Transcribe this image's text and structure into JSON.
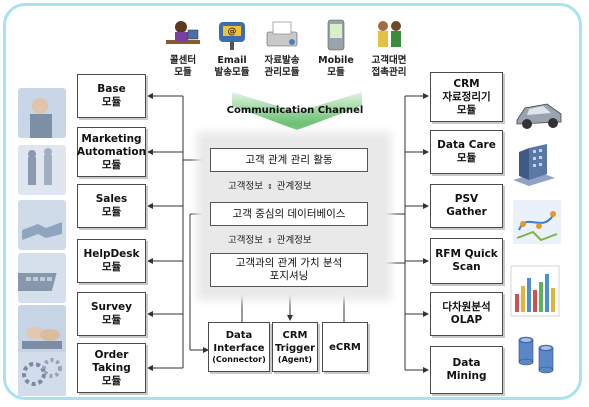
{
  "top_modules": [
    {
      "label": "콜센터\n모듈",
      "icon": "call-center-agent-icon"
    },
    {
      "label": "Email\n발송모듈",
      "icon": "mailbox-icon"
    },
    {
      "label": "자료발송\n관리모듈",
      "icon": "fax-machine-icon"
    },
    {
      "label": "Mobile\n모듈",
      "icon": "mobile-device-icon"
    },
    {
      "label": "고객대면\n접촉관리",
      "icon": "face-to-face-contact-icon"
    }
  ],
  "channel_label": "Communication Channel",
  "left_modules": [
    {
      "label": "Base\n모듈"
    },
    {
      "label": "Marketing\nAutomation\n모듈"
    },
    {
      "label": "Sales\n모듈"
    },
    {
      "label": "HelpDesk\n모듈"
    },
    {
      "label": "Survey\n모듈"
    },
    {
      "label": "Order\nTaking\n모듈"
    }
  ],
  "center": {
    "box1": "고객 관계 관리 활동",
    "flow1_left": "고객정보",
    "flow1_right": "관계정보",
    "box2": "고객 중심의 데이터베이스",
    "flow2_left": "고객정보",
    "flow2_right": "관계정보",
    "box3": "고객과의 관계 가치 분석\n포지셔닝"
  },
  "bottom_modules": [
    {
      "label": "Data\nInterface",
      "sub": "(Connector)"
    },
    {
      "label": "CRM\nTrigger",
      "sub": "(Agent)"
    },
    {
      "label": "eCRM",
      "sub": ""
    }
  ],
  "right_modules": [
    {
      "label": "CRM\n자료정리기\n모듈"
    },
    {
      "label": "Data Care\n모듈"
    },
    {
      "label": "PSV\nGather"
    },
    {
      "label": "RFM Quick\nScan"
    },
    {
      "label": "다차원분석\nOLAP"
    },
    {
      "label": "Data\nMining"
    }
  ],
  "left_photos": [
    "businesswoman-photo",
    "walking-people-photo",
    "handshake-photo",
    "keyboard-photo",
    "typing-hands-photo",
    "gears-photo"
  ],
  "right_pictures": [
    "sports-car-icon",
    "office-building-icon",
    "network-map-icon",
    "bar-chart-icon",
    "database-cylinders-icon"
  ],
  "colors": {
    "frame": "#a8e2ee",
    "chevron": "#3fae4a",
    "line": "#333333"
  }
}
